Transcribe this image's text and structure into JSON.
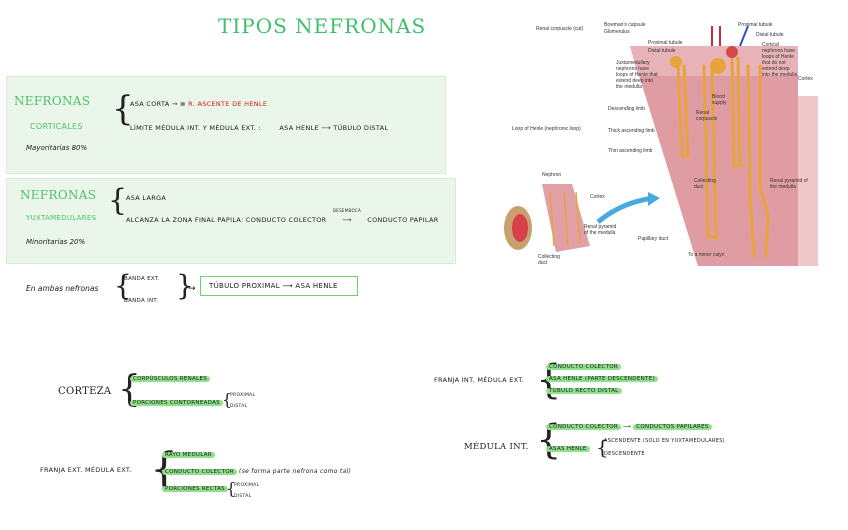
{
  "title": "Tipos Nefronas",
  "corticales": {
    "name": "Nefronas",
    "name2": "Corticales",
    "pct": "Mayoritarias 80%",
    "line1": "Asa corta",
    "line1b": "R. ascente de Henle",
    "line2": "Límite médula int. y médula ext. :",
    "line2b": "Asa Henle",
    "line2c": "Túbulo distal"
  },
  "yuxta": {
    "name": "Nefronas",
    "name2": "Yuxtamedulares",
    "pct": "Minoritarias 20%",
    "line1": "Asa larga",
    "line2": "Alcanza la zona final papila: Conducto colector",
    "line2b": "Conducto papilar",
    "arrow_label": "desemboca"
  },
  "ambos": {
    "label": "En ambas nefronas",
    "item1": "Banda ext.",
    "item2": "Banda int.",
    "box": "Túbulo proximal",
    "box_b": "Asa Henle"
  },
  "corteza": {
    "label": "Corteza",
    "item1": "Corpúsculos renales",
    "item2": "Porciones contorneadas",
    "sub1": "proximal",
    "sub2": "distal"
  },
  "franja_ext": {
    "label": "Franja ext. Médula ext.",
    "item1": "Rayo medular",
    "item2": "Conducto colector",
    "item2_note": "(se forma parte nefrona como tal)",
    "item3": "Porciones rectas",
    "sub1": "proximal",
    "sub2": "distal"
  },
  "franja_int": {
    "label": "Franja int. Médula ext.",
    "item1": "Conducto colector",
    "item2": "Asa Henle (parte descendente)",
    "item3": "Túbulo recto distal"
  },
  "medula_int": {
    "label": "Médula int.",
    "item1": "Conducto colector",
    "item1b": "Conductos papilares",
    "item2": "Asas Henle",
    "sub1": "ascendente (solo en yuxtamedulares)",
    "sub2": "descendente"
  },
  "diagram": {
    "renal_corpuscle": "Renal corpuscle (cut)",
    "bowman": "Bowman's capsule",
    "glomerulus": "Glomerulus",
    "proximal_tubule": "Proximal tubule",
    "distal_tubule": "Distal tubule",
    "proximal_tubule2": "Proximal tubule",
    "distal_tubule2": "Distal tubule",
    "cortical_text": "Cortical nephrons have loops of Henle that do not extend deep into the medulla",
    "juxta_text": "Juxtamedullary nephrons have loops of Henle that extend deep into the medulla",
    "cortex": "Cortex",
    "blood_supply": "Blood supply",
    "descending": "Descending limb",
    "loop_henle": "Loop of Henle (nephronic loop)",
    "thick": "Thick ascending limb",
    "thin": "Thin ascending limb",
    "renal_corpuscle2": "Renal corpuscle",
    "collecting_duct": "Collecting duct",
    "renal_pyramid": "Renal pyramid of the medulla",
    "papillary_duct": "Papillary duct",
    "nephron": "Nephron",
    "cortex_small": "Cortex",
    "renal_pyramid_small": "Renal pyramid of the medulla",
    "collecting_duct_small": "Collecting duct",
    "bottom_label": "To a minor calyx"
  },
  "colors": {
    "green": "#3fbf6a",
    "highlight": "#8fe08a",
    "panel": "#eaf6ea",
    "red": "#d11111"
  }
}
